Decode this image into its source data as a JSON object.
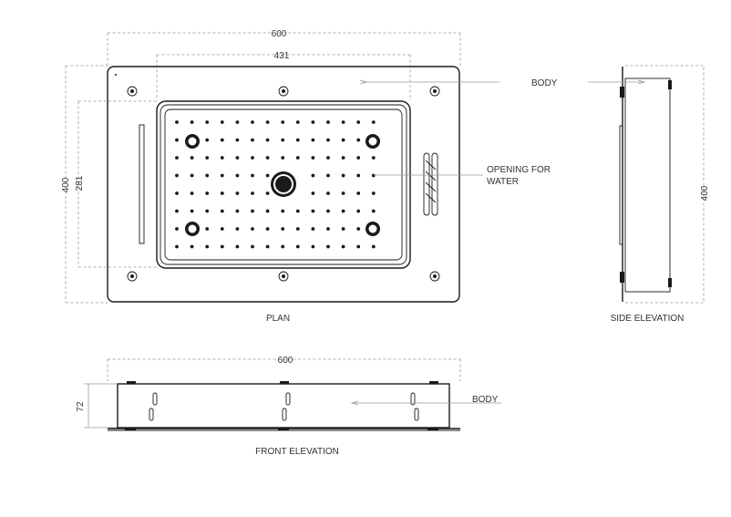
{
  "plan": {
    "dim_width_outer": "600",
    "dim_width_inner": "431",
    "dim_height_outer": "400",
    "dim_height_inner": "281",
    "label_body": "BODY",
    "label_opening": "OPENING FOR WATER",
    "label_opening_line1": "OPENING FOR",
    "label_opening_line2": "WATER",
    "view_label": "PLAN"
  },
  "side_elevation": {
    "dim_height": "400",
    "view_label": "SIDE ELEVATION"
  },
  "front_elevation": {
    "dim_width": "600",
    "dim_height": "72",
    "label_body": "BODY",
    "view_label": "FRONT ELEVATION"
  },
  "colors": {
    "line": "#1a1a1a",
    "dimension": "#9a9a9a",
    "text": "#333333"
  }
}
